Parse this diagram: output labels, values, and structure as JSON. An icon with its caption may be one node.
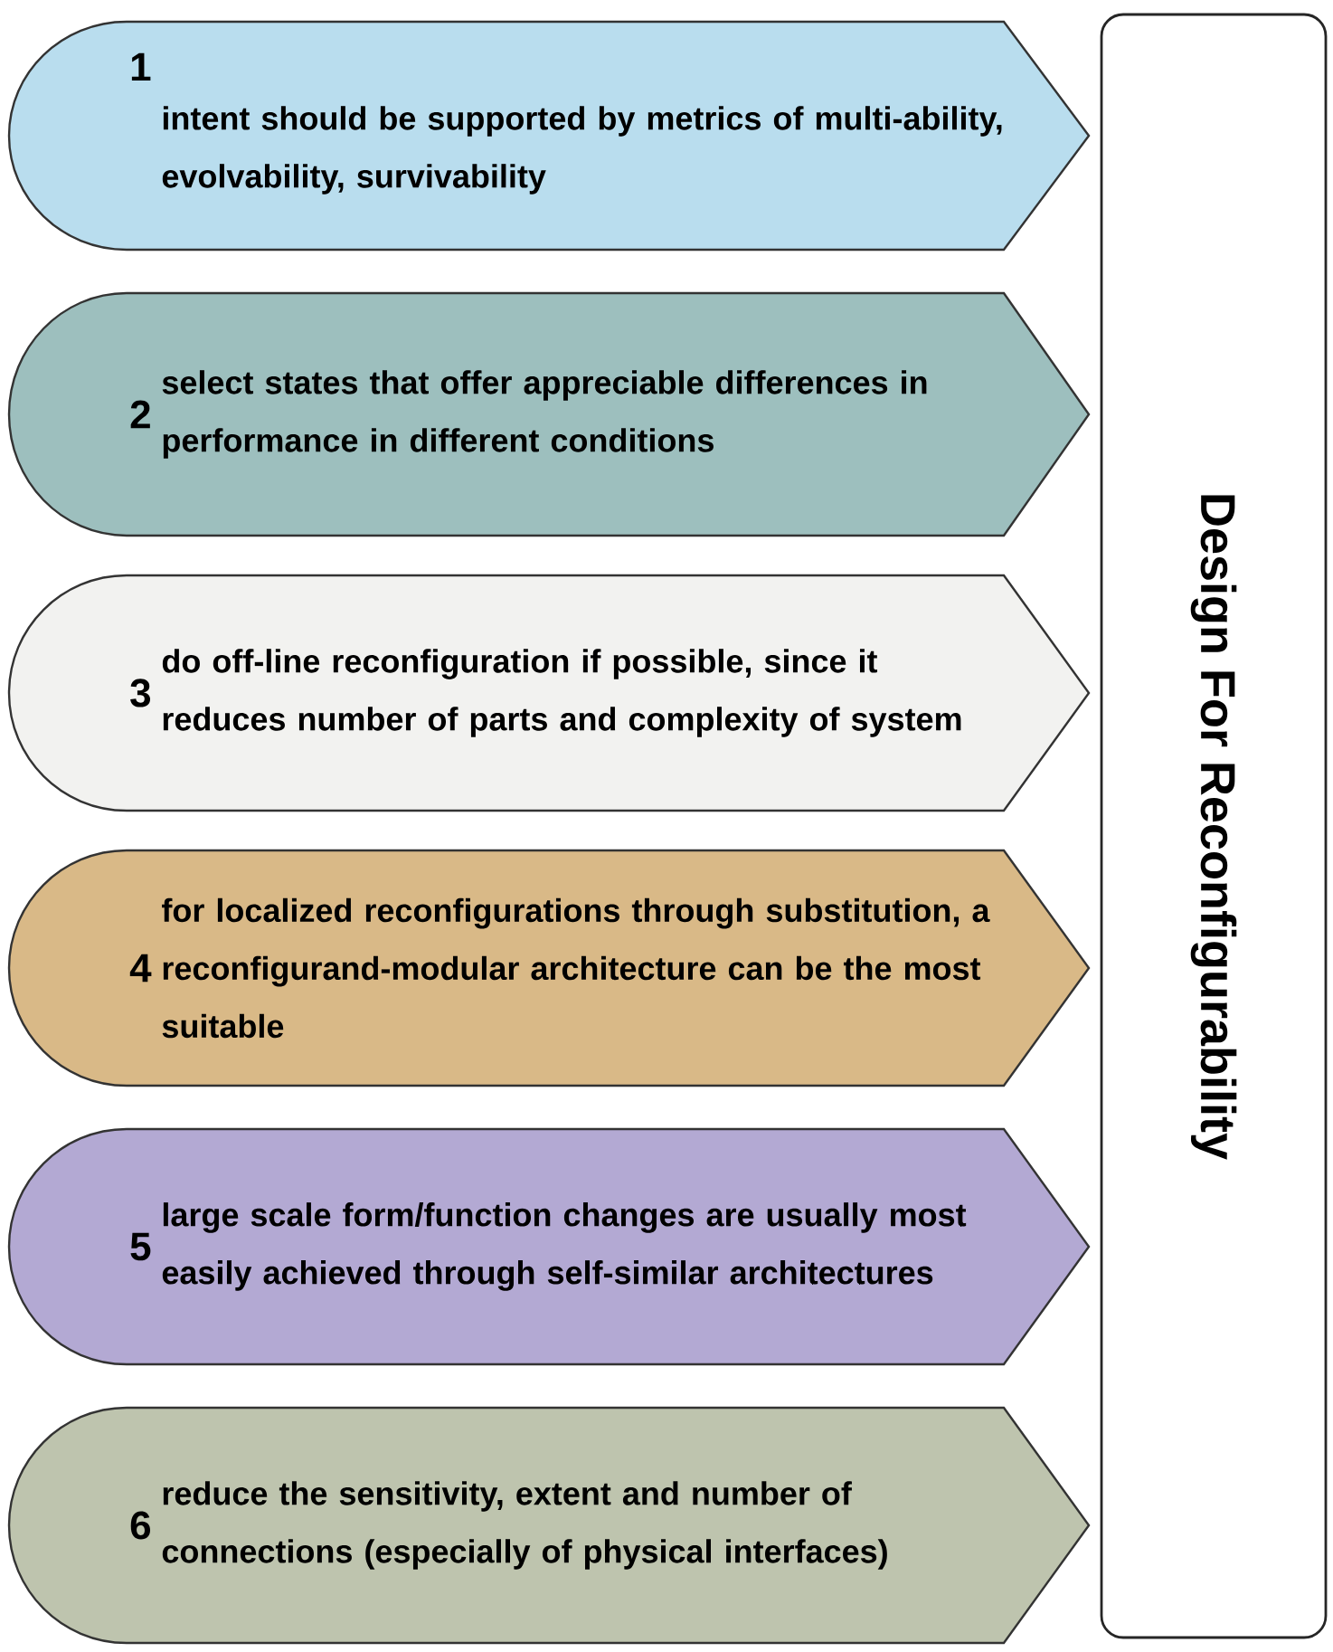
{
  "diagram": {
    "nodes": [
      {
        "text": [
          "1",
          "intent should be supported by metrics of multi-ability, evolvability, survivability"
        ]
      },
      {
        "text": [
          "2",
          "select states that offer appreciable differences in performance in different conditions"
        ]
      },
      {
        "text": [
          "3",
          "do off-line reconfiguration if possible, since it reduces number of parts and complexity of system"
        ]
      },
      {
        "text": [
          "4",
          "for localized reconfigurations through substitution, a reconfigurand-modular architecture can be the most suitable"
        ]
      },
      {
        "text": [
          "5",
          "large scale form/function changes are usually most easily achieved through self-similar architectures"
        ]
      },
      {
        "text": [
          "6",
          "reduce the sensitivity, extent and number of connections (especially of physical interfaces)"
        ]
      },
      {
        "text": [
          "Design For Reconfigurability"
        ]
      }
    ]
  }
}
